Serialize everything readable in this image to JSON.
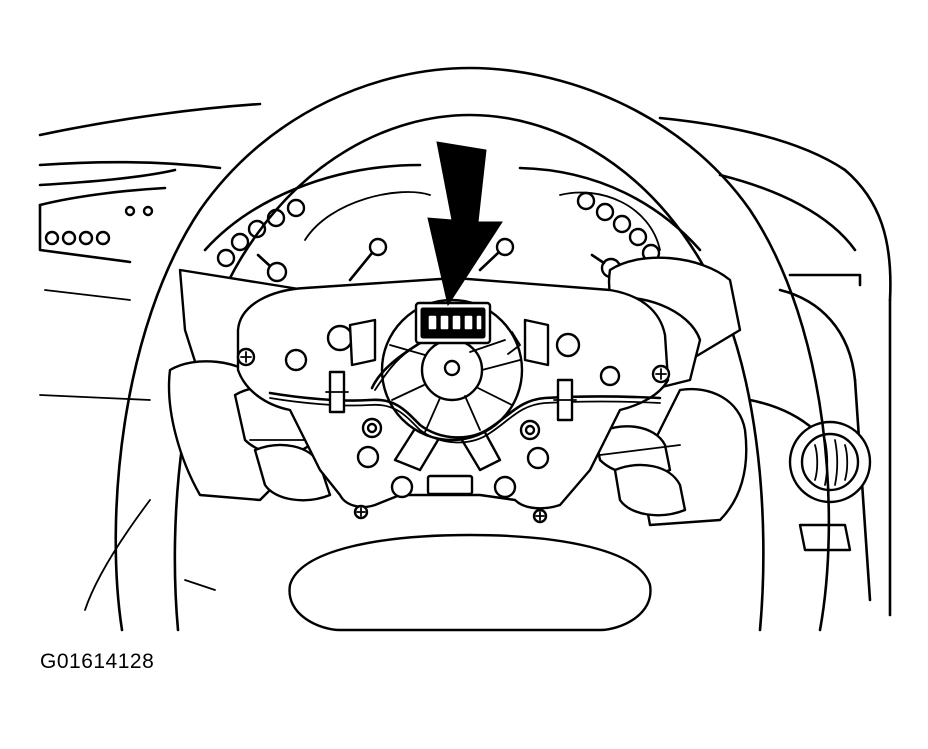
{
  "figure": {
    "id_label": "G01614128",
    "subject": "steering-wheel-airbag-clockspring-connector",
    "callout": "arrow-pointing-to-connector",
    "ink_color": "#000000",
    "paper_color": "#ffffff"
  }
}
